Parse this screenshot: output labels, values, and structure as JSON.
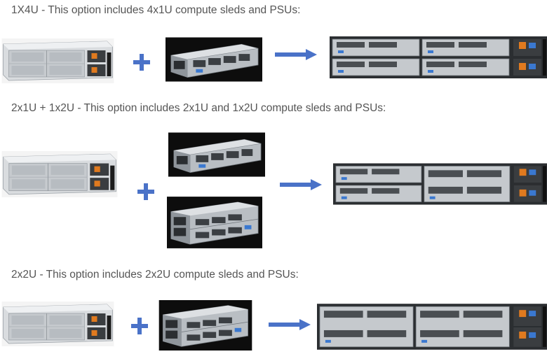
{
  "sections": [
    {
      "caption": "1X4U - This option includes 4x1U compute sleds and PSUs:"
    },
    {
      "caption": "2x1U + 1x2U - This option includes 2x1U and 1x2U compute sleds and PSUs:"
    },
    {
      "caption": "2x2U - This option includes 2x2U compute sleds and PSUs:"
    }
  ],
  "colors": {
    "plus": "#4a72c8",
    "arrow": "#4a72c8",
    "caption_text": "#555555",
    "photo_bg_dark": "#111111"
  },
  "icons": {
    "plus": "plus-icon",
    "arrow": "arrow-right-icon"
  }
}
